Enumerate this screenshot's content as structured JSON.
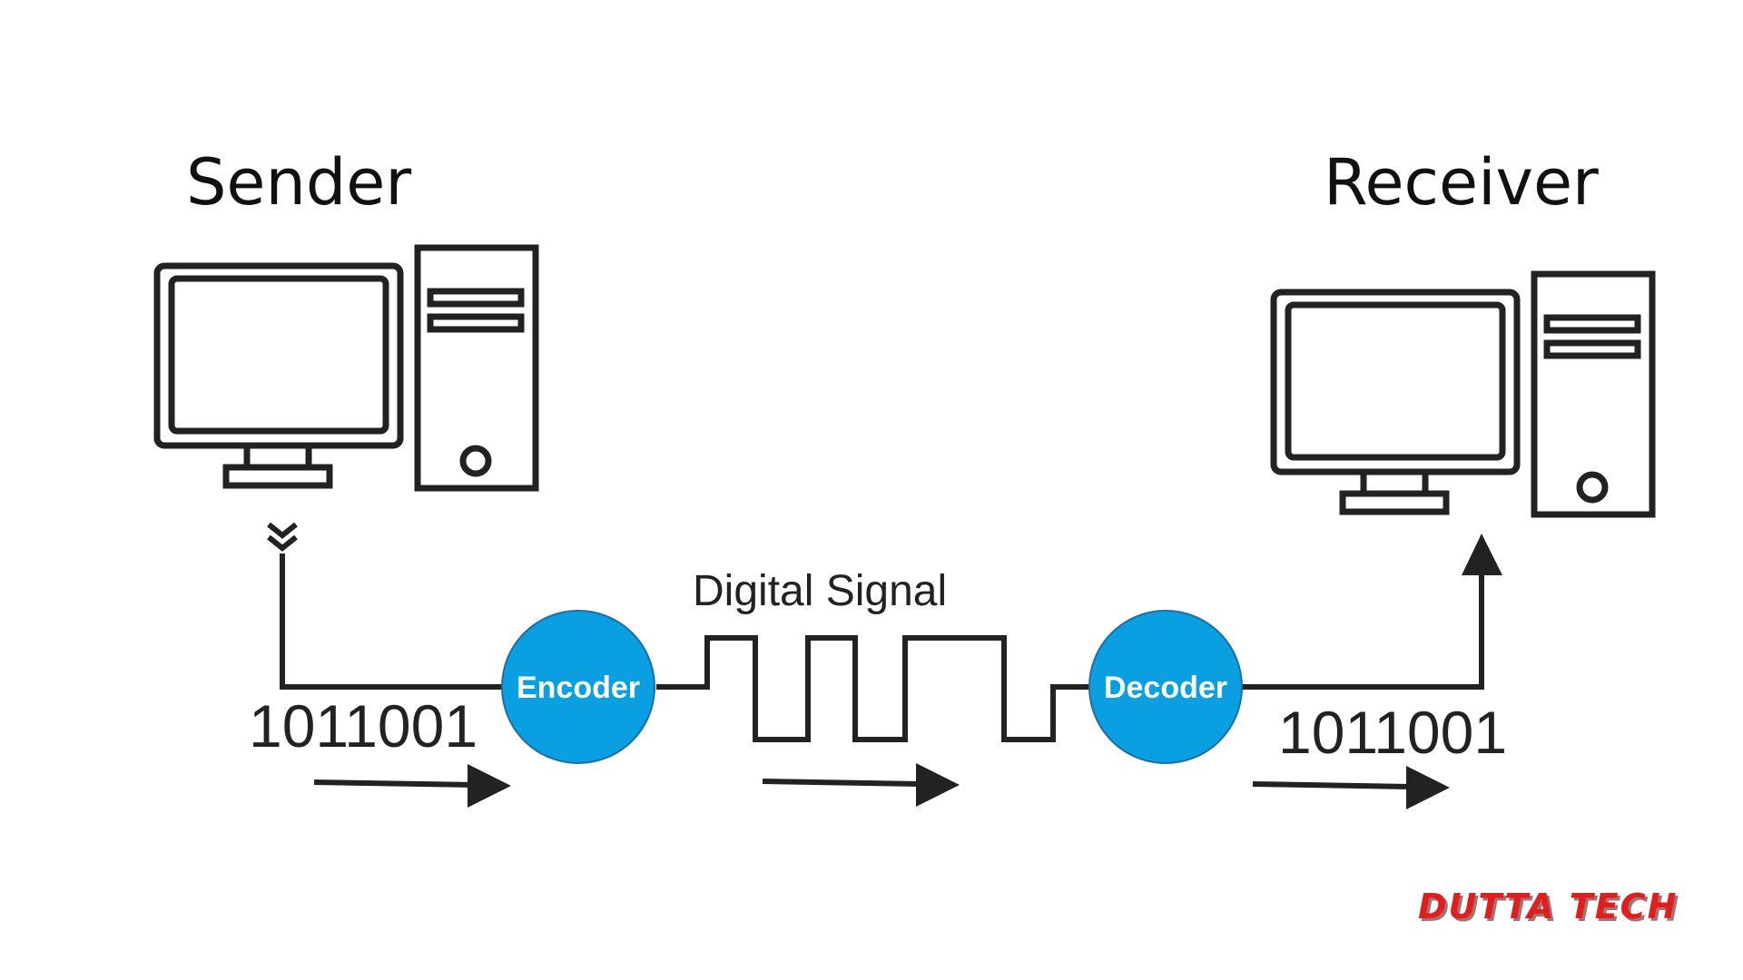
{
  "labels": {
    "sender": "Sender",
    "receiver": "Receiver",
    "signal": "Digital Signal",
    "bits_in": "1011001",
    "bits_out": "1011001",
    "encoder": "Encoder",
    "decoder": "Decoder"
  },
  "brand": {
    "name": "DUTTA TECH"
  },
  "colors": {
    "line": "#222222",
    "node_fill": "#0a9fe0",
    "node_stroke": "#1b6fa8",
    "brand": "#e01e1e"
  },
  "icons": [
    "computer-icon",
    "arrow-right-icon",
    "arrow-up-icon",
    "arrow-down-icon"
  ]
}
